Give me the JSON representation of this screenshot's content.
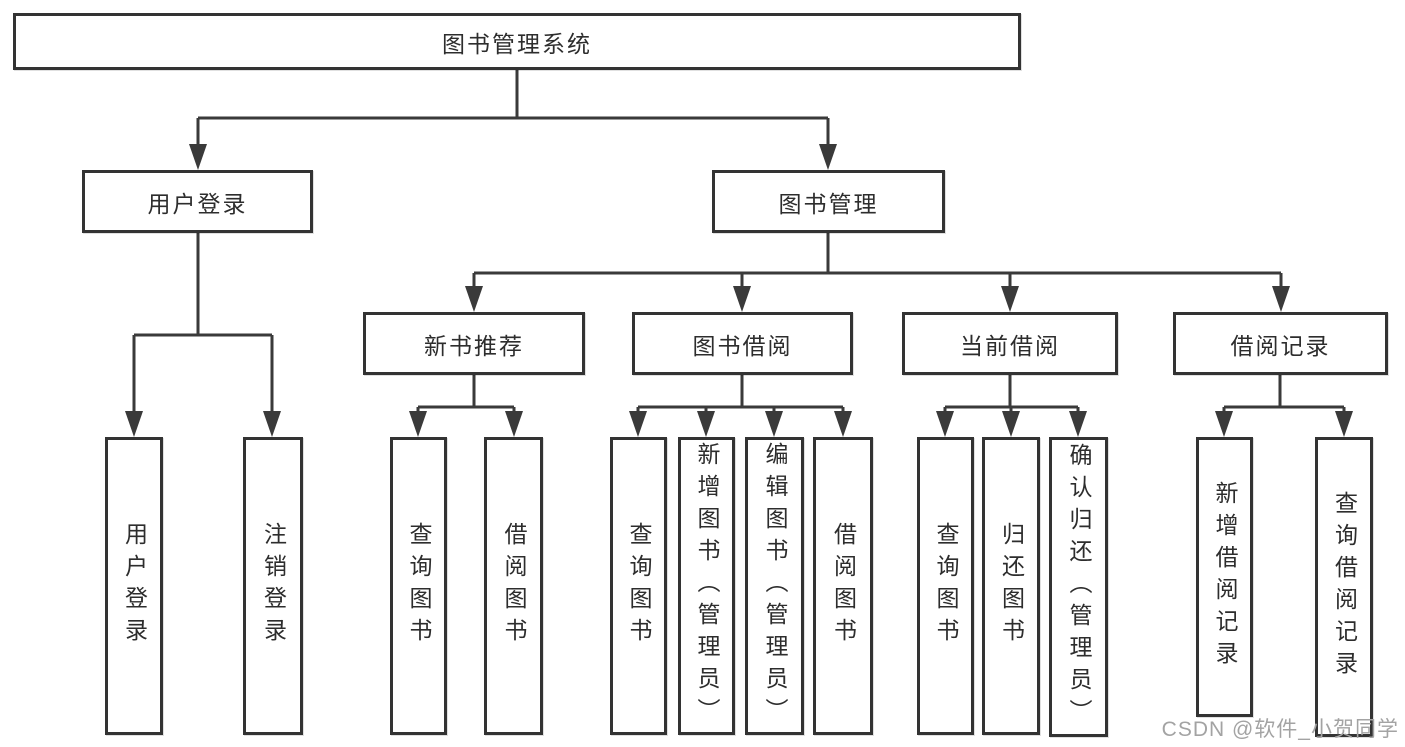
{
  "colors": {
    "background": "#ffffff",
    "box_border": "#333333",
    "connector": "#3a3a3a",
    "text": "#2d2d2d",
    "watermark": "#a3a3a3"
  },
  "watermark": "CSDN @软件_小贺同学",
  "tree": {
    "label": "图书管理系统",
    "children": [
      {
        "label": "用户登录",
        "children": [
          {
            "label": "用户登录"
          },
          {
            "label": "注销登录"
          }
        ]
      },
      {
        "label": "图书管理",
        "children": [
          {
            "label": "新书推荐",
            "children": [
              {
                "label": "查询图书"
              },
              {
                "label": "借阅图书"
              }
            ]
          },
          {
            "label": "图书借阅",
            "children": [
              {
                "label": "查询图书"
              },
              {
                "label": "新增图书（管理员）"
              },
              {
                "label": "编辑图书（管理员）"
              },
              {
                "label": "借阅图书"
              }
            ]
          },
          {
            "label": "当前借阅",
            "children": [
              {
                "label": "查询图书"
              },
              {
                "label": "归还图书"
              },
              {
                "label": "确认归还（管理员）"
              }
            ]
          },
          {
            "label": "借阅记录",
            "children": [
              {
                "label": "新增借阅记录"
              },
              {
                "label": "查询借阅记录"
              }
            ]
          }
        ]
      }
    ]
  }
}
